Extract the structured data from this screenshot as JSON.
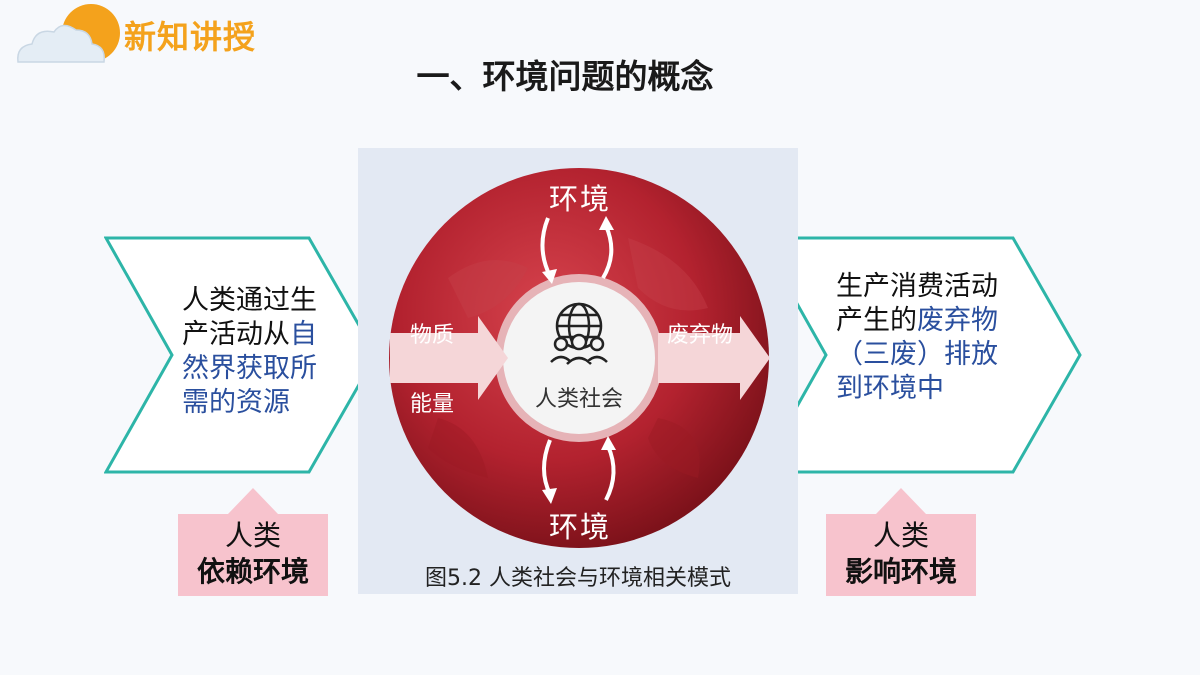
{
  "header": {
    "logo_text": "新知讲授"
  },
  "page_title": "一、环境问题的概念",
  "left_box": {
    "line1": "人类通过生",
    "line2_black": "产活动从",
    "line2_blue": "自",
    "line3": "然界获取所",
    "line4": "需的资源"
  },
  "right_box": {
    "line1": "生产消费活动",
    "line2_black": "产生的",
    "line2_blue": "废弃物",
    "line3": "（三废）排放",
    "line4": "到环境中"
  },
  "left_label": {
    "line1": "人类",
    "line2": "依赖环境"
  },
  "right_label": {
    "line1": "人类",
    "line2": "影响环境"
  },
  "figure": {
    "top_label": "环境",
    "bottom_label": "环境",
    "input_top": "物质",
    "input_bottom": "能量",
    "output": "废弃物",
    "center": "人类社会",
    "caption": "图5.2 人类社会与环境相关模式"
  },
  "colors": {
    "logo": "#f4a21c",
    "chevron_border": "#2db5a8",
    "label_bg": "#f7c3cd",
    "highlight_blue": "#2a4f9e",
    "globe_red": "#b3222f",
    "panel_bg": "#e3e9f3"
  }
}
